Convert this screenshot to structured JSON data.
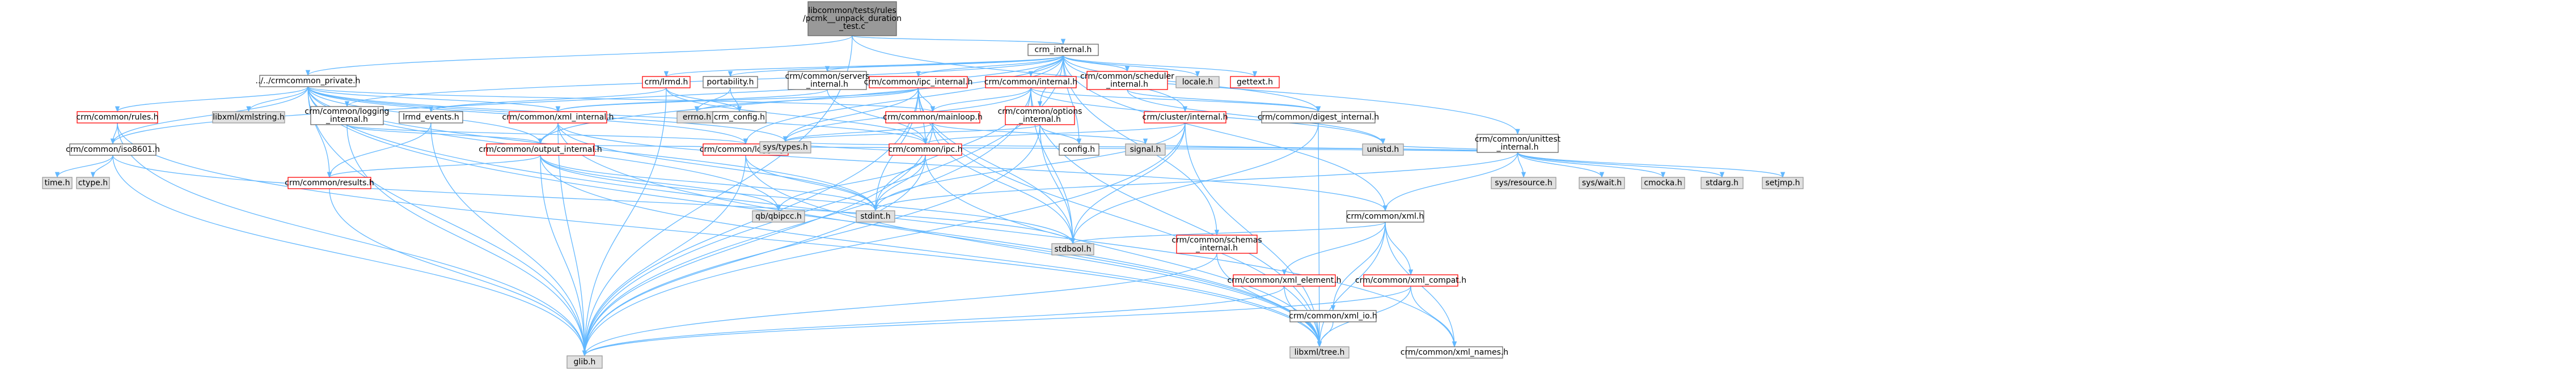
{
  "colors": {
    "root_fill": "#999999",
    "node_fill": "#ffffff",
    "external_fill": "#e0e0e0",
    "border_black": "#666666",
    "border_red": "#ff0000",
    "border_gray": "#999999",
    "edge_blue": "#63b8ff"
  },
  "nodes": [
    {
      "id": "root",
      "lines": [
        "libcommon/tests/rules",
        "/pcmk__unpack_duration",
        "_test.c"
      ],
      "style": "root"
    },
    {
      "id": "crm_internal",
      "lines": [
        "crm_internal.h"
      ],
      "style": "black"
    },
    {
      "id": "crmcommon_private",
      "lines": [
        "../../crmcommon_private.h"
      ],
      "style": "black"
    },
    {
      "id": "glib",
      "lines": [
        "glib.h"
      ],
      "style": "ext"
    },
    {
      "id": "crm_common_unittest_internal",
      "lines": [
        "crm/common/unittest",
        "_internal.h"
      ],
      "style": "black"
    },
    {
      "id": "crm_lrmd_h",
      "lines": [
        "crm/lrmd.h"
      ],
      "style": "red"
    },
    {
      "id": "portability",
      "lines": [
        "portability.h"
      ],
      "style": "black"
    },
    {
      "id": "crm_common_servers_internal",
      "lines": [
        "crm/common/servers",
        "_internal.h"
      ],
      "style": "black"
    },
    {
      "id": "crm_common_ipc_internal",
      "lines": [
        "crm/common/ipc_internal.h"
      ],
      "style": "red"
    },
    {
      "id": "crm_common_internal",
      "lines": [
        "crm/common/internal.h"
      ],
      "style": "red"
    },
    {
      "id": "crm_common_scheduler_internal",
      "lines": [
        "crm/common/scheduler",
        "_internal.h"
      ],
      "style": "red"
    },
    {
      "id": "locale",
      "lines": [
        "locale.h"
      ],
      "style": "ext"
    },
    {
      "id": "gettext",
      "lines": [
        "gettext.h"
      ],
      "style": "red"
    },
    {
      "id": "crm_common_rules",
      "lines": [
        "crm/common/rules.h"
      ],
      "style": "red"
    },
    {
      "id": "libxml_xmlstring",
      "lines": [
        "libxml/xmlstring.h"
      ],
      "style": "ext"
    },
    {
      "id": "crm_common_logging_internal",
      "lines": [
        "crm/common/logging",
        "_internal.h"
      ],
      "style": "black"
    },
    {
      "id": "lrmd_events",
      "lines": [
        "lrmd_events.h"
      ],
      "style": "black"
    },
    {
      "id": "crm_common_xml_internal",
      "lines": [
        "crm/common/xml_internal.h"
      ],
      "style": "red"
    },
    {
      "id": "errno",
      "lines": [
        "errno.h"
      ],
      "style": "ext"
    },
    {
      "id": "crm_config",
      "lines": [
        "crm_config.h"
      ],
      "style": "black"
    },
    {
      "id": "crm_common_mainloop",
      "lines": [
        "crm/common/mainloop.h"
      ],
      "style": "red"
    },
    {
      "id": "crm_common_options_internal",
      "lines": [
        "crm/common/options",
        "_internal.h"
      ],
      "style": "red"
    },
    {
      "id": "crm_cluster_internal",
      "lines": [
        "crm/cluster/internal.h"
      ],
      "style": "red"
    },
    {
      "id": "crm_common_digest_internal",
      "lines": [
        "crm/common/digest_internal.h"
      ],
      "style": "black"
    },
    {
      "id": "crm_common_iso8601",
      "lines": [
        "crm/common/iso8601.h"
      ],
      "style": "black"
    },
    {
      "id": "time",
      "lines": [
        "time.h"
      ],
      "style": "ext"
    },
    {
      "id": "ctype",
      "lines": [
        "ctype.h"
      ],
      "style": "ext"
    },
    {
      "id": "crm_common_output_internal",
      "lines": [
        "crm/common/output_internal.h"
      ],
      "style": "red"
    },
    {
      "id": "crm_common_logging",
      "lines": [
        "crm/common/logging.h"
      ],
      "style": "red"
    },
    {
      "id": "sys_types",
      "lines": [
        "sys/types.h"
      ],
      "style": "ext"
    },
    {
      "id": "crm_common_ipc",
      "lines": [
        "crm/common/ipc.h"
      ],
      "style": "red"
    },
    {
      "id": "config",
      "lines": [
        "config.h"
      ],
      "style": "black"
    },
    {
      "id": "signal",
      "lines": [
        "signal.h"
      ],
      "style": "ext"
    },
    {
      "id": "unistd",
      "lines": [
        "unistd.h"
      ],
      "style": "ext"
    },
    {
      "id": "sys_resource",
      "lines": [
        "sys/resource.h"
      ],
      "style": "ext"
    },
    {
      "id": "sys_wait",
      "lines": [
        "sys/wait.h"
      ],
      "style": "ext"
    },
    {
      "id": "cmocka",
      "lines": [
        "cmocka.h"
      ],
      "style": "ext"
    },
    {
      "id": "stdarg",
      "lines": [
        "stdarg.h"
      ],
      "style": "ext"
    },
    {
      "id": "setjmp",
      "lines": [
        "setjmp.h"
      ],
      "style": "ext"
    },
    {
      "id": "crm_common_results",
      "lines": [
        "crm/common/results.h"
      ],
      "style": "red"
    },
    {
      "id": "qb_qbipcc",
      "lines": [
        "qb/qbipcc.h"
      ],
      "style": "ext"
    },
    {
      "id": "stdint",
      "lines": [
        "stdint.h"
      ],
      "style": "ext"
    },
    {
      "id": "crm_common_xml",
      "lines": [
        "crm/common/xml.h"
      ],
      "style": "black"
    },
    {
      "id": "crm_common_schemas_internal",
      "lines": [
        "crm/common/schemas",
        "_internal.h"
      ],
      "style": "red"
    },
    {
      "id": "stdbool",
      "lines": [
        "stdbool.h"
      ],
      "style": "ext"
    },
    {
      "id": "crm_common_xml_element",
      "lines": [
        "crm/common/xml_element.h"
      ],
      "style": "red"
    },
    {
      "id": "crm_common_xml_io",
      "lines": [
        "crm/common/xml_io.h"
      ],
      "style": "black"
    },
    {
      "id": "crm_common_xml_compat",
      "lines": [
        "crm/common/xml_compat.h"
      ],
      "style": "red"
    },
    {
      "id": "libxml_tree",
      "lines": [
        "libxml/tree.h"
      ],
      "style": "ext"
    },
    {
      "id": "crm_common_xml_names",
      "lines": [
        "crm/common/xml_names.h"
      ],
      "style": "black"
    }
  ]
}
